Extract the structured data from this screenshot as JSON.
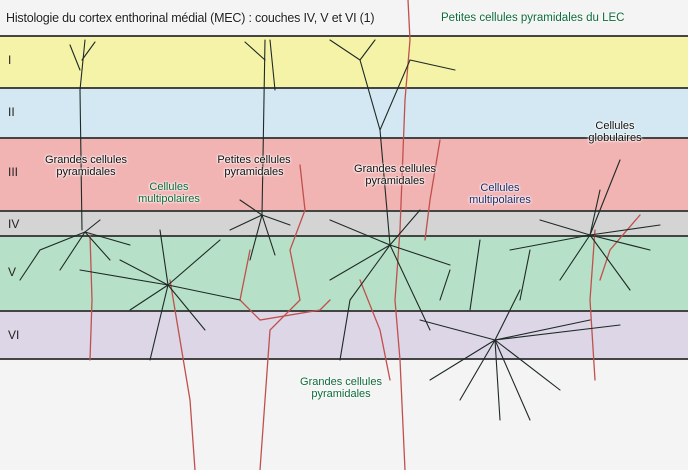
{
  "title": "Histologie du cortex enthorinal médial (MEC) : couches IV, V et VI (1)",
  "lec_label": "Petites cellules pyramidales du LEC",
  "layers": [
    {
      "label": "I",
      "color": "#f5f3a8"
    },
    {
      "label": "II",
      "color": "#d3e8f2"
    },
    {
      "label": "III",
      "color": "#f2b3b3"
    },
    {
      "label": "IV",
      "color": "#d4d4d4"
    },
    {
      "label": "V",
      "color": "#b7e0c8"
    },
    {
      "label": "VI",
      "color": "#dcd6e6"
    }
  ],
  "cell_labels": {
    "large_pyr_1": "Grandes cellules pyramidales",
    "multipolar_1": "Cellules multipolaires",
    "small_pyr": "Petites cellules pyramidales",
    "large_pyr_2": "Grandes cellules pyramidales",
    "multipolar_2": "Cellules multipolaires",
    "globular": "Cellules globulaires",
    "large_pyr_3": "Grandes cellules pyramidales"
  },
  "colors": {
    "dendrite": "#1e2a26",
    "axon": "#c0504d"
  }
}
